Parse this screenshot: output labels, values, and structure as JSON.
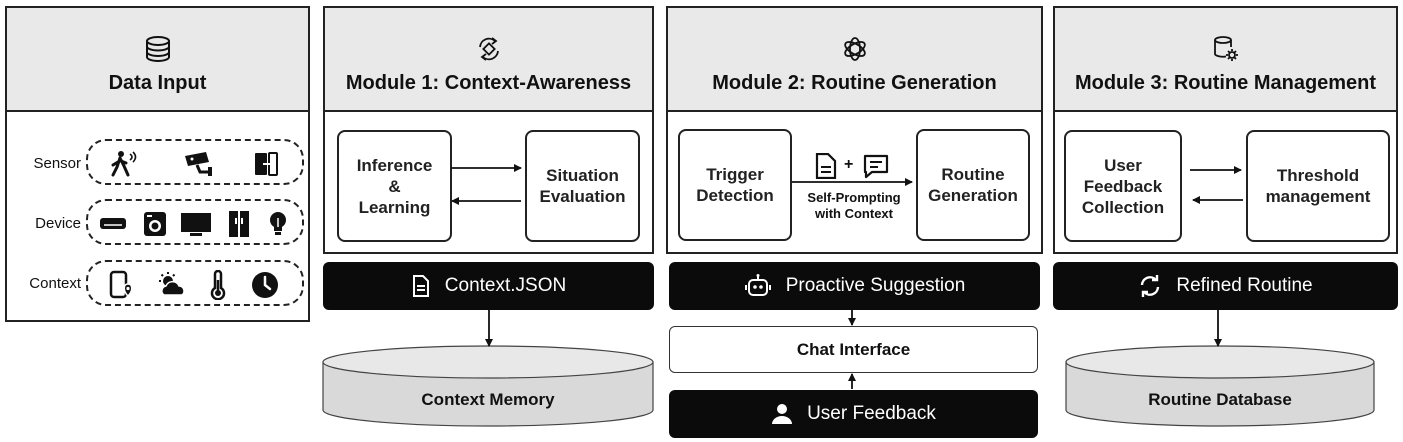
{
  "data_input": {
    "title": "Data Input",
    "rows": [
      {
        "label": "Sensor",
        "icons": [
          "motion-sensor-icon",
          "cctv-camera-icon",
          "door-sensor-icon"
        ]
      },
      {
        "label": "Device",
        "icons": [
          "air-conditioner-icon",
          "washing-machine-icon",
          "tv-icon",
          "refrigerator-icon",
          "light-bulb-icon"
        ]
      },
      {
        "label": "Context",
        "icons": [
          "phone-location-icon",
          "weather-icon",
          "thermometer-icon",
          "clock-icon"
        ]
      }
    ]
  },
  "module1": {
    "title": "Module 1: Context-Awareness",
    "box_left": [
      "Inference",
      "&",
      "Learning"
    ],
    "box_right": [
      "Situation",
      "Evaluation"
    ],
    "output": "Context.JSON",
    "storage": "Context Memory"
  },
  "module2": {
    "title": "Module 2: Routine Generation",
    "box_left": [
      "Trigger",
      "Detection"
    ],
    "box_right": [
      "Routine",
      "Generation"
    ],
    "plus": "+",
    "arrow_label": [
      "Self-Prompting",
      "with Context"
    ],
    "output": "Proactive Suggestion",
    "chat": "Chat Interface",
    "feedback": "User Feedback"
  },
  "module3": {
    "title": "Module 3: Routine Management",
    "box_left": [
      "User",
      "Feedback",
      "Collection"
    ],
    "box_right": [
      "Threshold",
      "management"
    ],
    "output": "Refined Routine",
    "storage": "Routine Database"
  },
  "colors": {
    "header_bg": "#e9e9e9",
    "bar_bg": "#0b0b0b",
    "db_fill": "#d9d9d9",
    "stroke": "#222222"
  }
}
